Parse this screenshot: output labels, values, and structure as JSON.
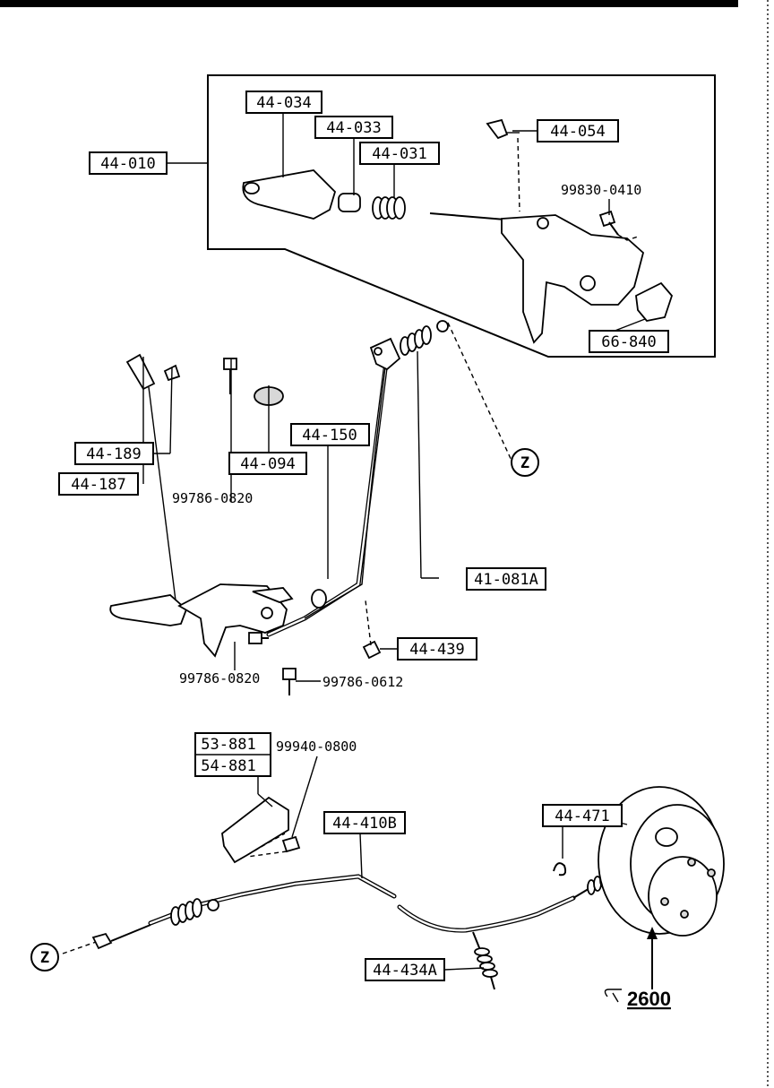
{
  "parts": {
    "p44_034": "44-034",
    "p44_033": "44-033",
    "p44_031": "44-031",
    "p44_010": "44-010",
    "p44_054": "44-054",
    "p99830_0410": "99830-0410",
    "p66_840": "66-840",
    "p44_189": "44-189",
    "p44_187": "44-187",
    "p44_150": "44-150",
    "p44_094": "44-094",
    "p99786_0820_a": "99786-0820",
    "p41_081A": "41-081A",
    "p44_439": "44-439",
    "p99786_0820_b": "99786-0820",
    "p99786_0612": "99786-0612",
    "p53_881": "53-881",
    "p54_881": "54-881",
    "p99940_0800": "99940-0800",
    "p44_410B": "44-410B",
    "p44_471": "44-471",
    "p44_434A": "44-434A"
  },
  "refs": {
    "z_top": "Z",
    "z_bottom": "Z",
    "see_ref": "2600"
  },
  "colors": {
    "ink": "#000000",
    "paper": "#ffffff"
  }
}
